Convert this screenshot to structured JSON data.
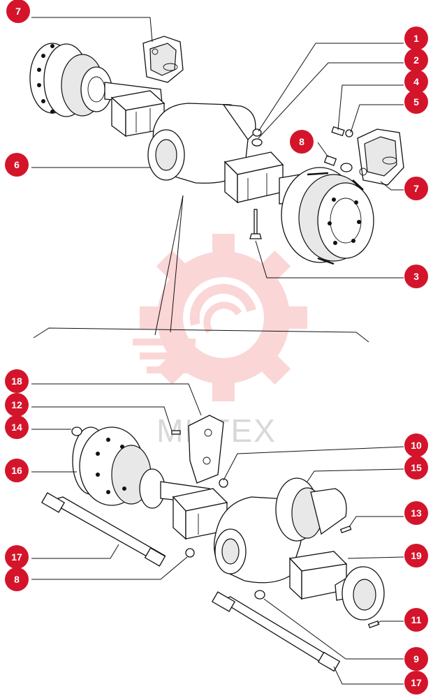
{
  "watermark": {
    "text": "МЦТЕХ",
    "color": "#f04848"
  },
  "badge_color": "#d4142a",
  "callouts_top": [
    {
      "id": "callout-7a",
      "label": "7"
    },
    {
      "id": "callout-1",
      "label": "1"
    },
    {
      "id": "callout-2",
      "label": "2"
    },
    {
      "id": "callout-4",
      "label": "4"
    },
    {
      "id": "callout-5",
      "label": "5"
    },
    {
      "id": "callout-6",
      "label": "6"
    },
    {
      "id": "callout-8a",
      "label": "8"
    },
    {
      "id": "callout-7b",
      "label": "7"
    },
    {
      "id": "callout-3",
      "label": "3"
    }
  ],
  "callouts_bottom": [
    {
      "id": "callout-18",
      "label": "18"
    },
    {
      "id": "callout-12",
      "label": "12"
    },
    {
      "id": "callout-14",
      "label": "14"
    },
    {
      "id": "callout-16",
      "label": "16"
    },
    {
      "id": "callout-17a",
      "label": "17"
    },
    {
      "id": "callout-8b",
      "label": "8"
    },
    {
      "id": "callout-10",
      "label": "10"
    },
    {
      "id": "callout-15",
      "label": "15"
    },
    {
      "id": "callout-13",
      "label": "13"
    },
    {
      "id": "callout-19",
      "label": "19"
    },
    {
      "id": "callout-11",
      "label": "11"
    },
    {
      "id": "callout-9",
      "label": "9"
    },
    {
      "id": "callout-17b",
      "label": "17"
    }
  ]
}
